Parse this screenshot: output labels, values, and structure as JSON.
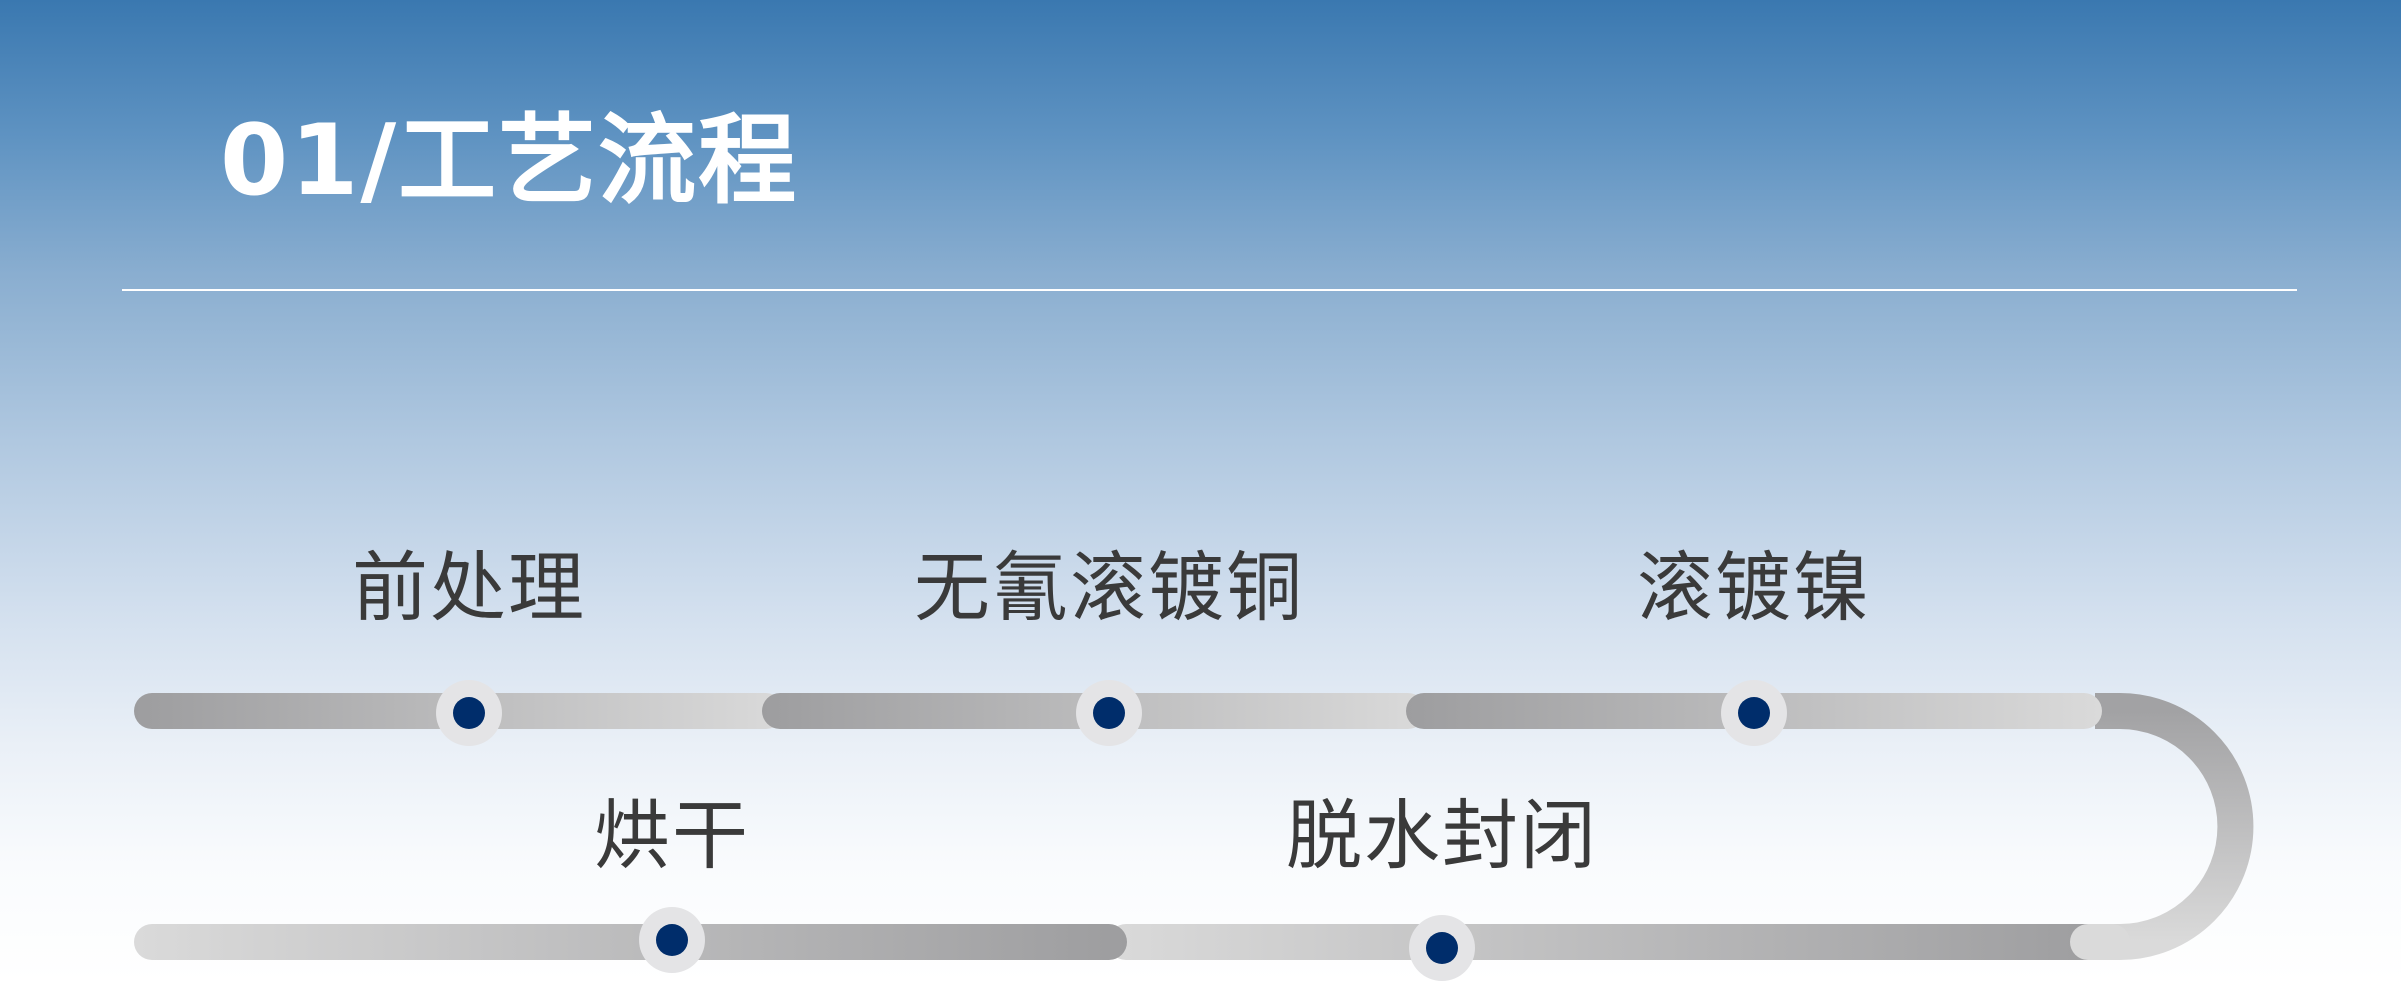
{
  "slide": {
    "title": "01/工艺流程"
  },
  "process": {
    "steps": [
      {
        "order": 1,
        "label": "前处理",
        "row": "top"
      },
      {
        "order": 2,
        "label": "无氰滚镀铜",
        "row": "top"
      },
      {
        "order": 3,
        "label": "滚镀镍",
        "row": "top"
      },
      {
        "order": 4,
        "label": "脱水封闭",
        "row": "bottom"
      },
      {
        "order": 5,
        "label": "烘干",
        "row": "bottom"
      }
    ]
  },
  "colors": {
    "background_top": "#3a78b0",
    "background_bottom": "#ffffff",
    "title": "#ffffff",
    "label": "#3a3a3a",
    "pipe_dark": "#9d9d9f",
    "pipe_light": "#dcdcdc",
    "node_ring": "#e4e4e6",
    "node_dot": "#002d6b"
  }
}
